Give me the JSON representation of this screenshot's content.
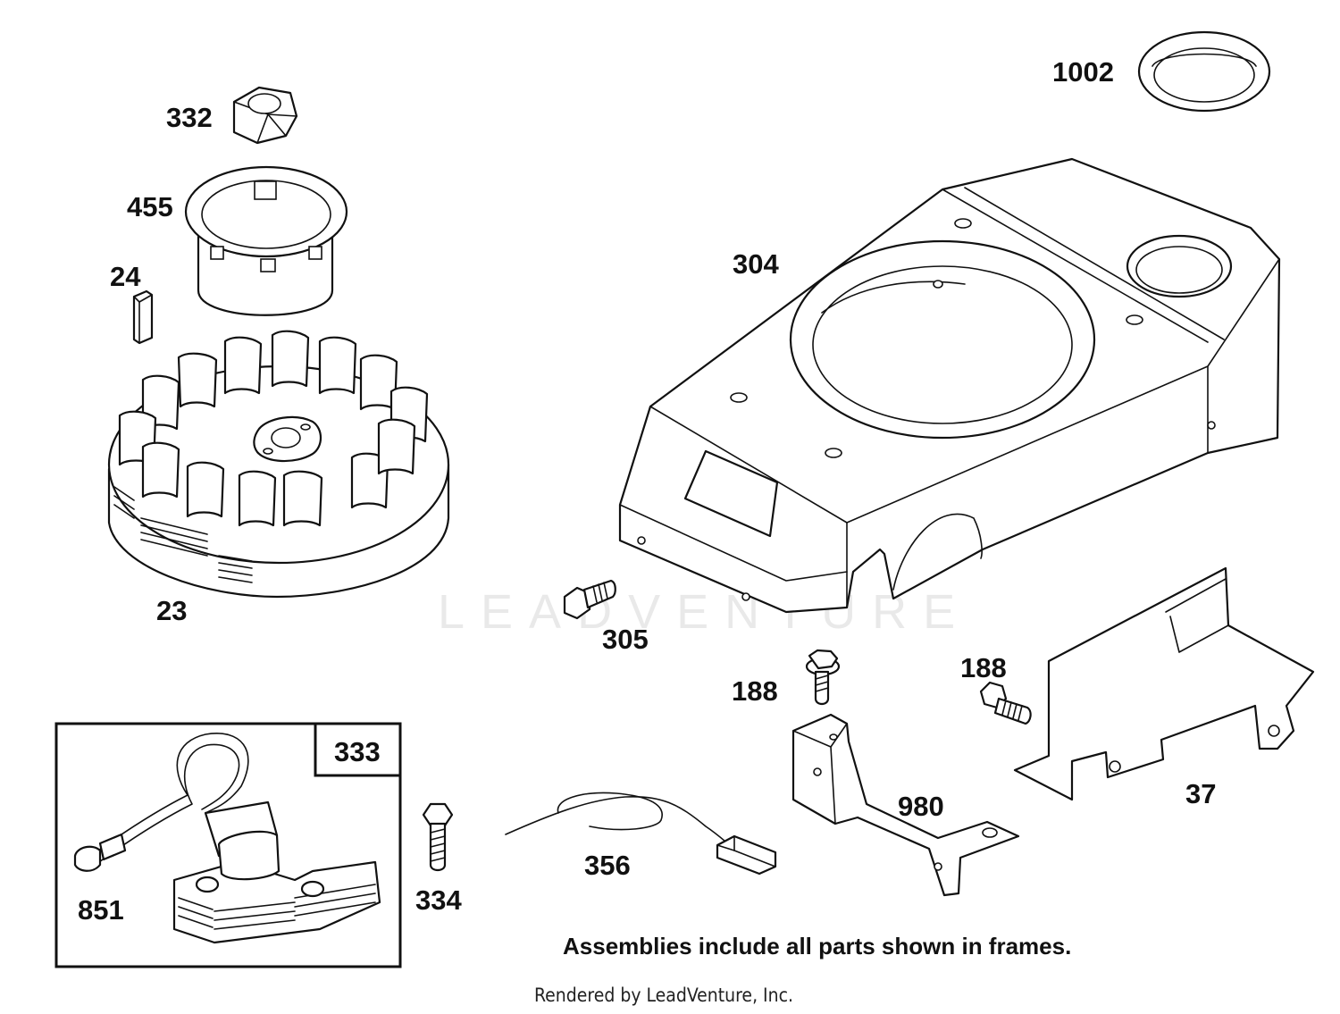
{
  "callouts": {
    "p1002": "1002",
    "p332": "332",
    "p455": "455",
    "p24": "24",
    "p304": "304",
    "p23": "23",
    "p305": "305",
    "p188a": "188",
    "p188b": "188",
    "p333": "333",
    "p980": "980",
    "p37": "37",
    "p851": "851",
    "p356": "356",
    "p334": "334"
  },
  "note": "Assemblies include all parts shown in frames.",
  "credit": "Rendered by LeadVenture, Inc.",
  "watermark": "LEADVENTURE"
}
